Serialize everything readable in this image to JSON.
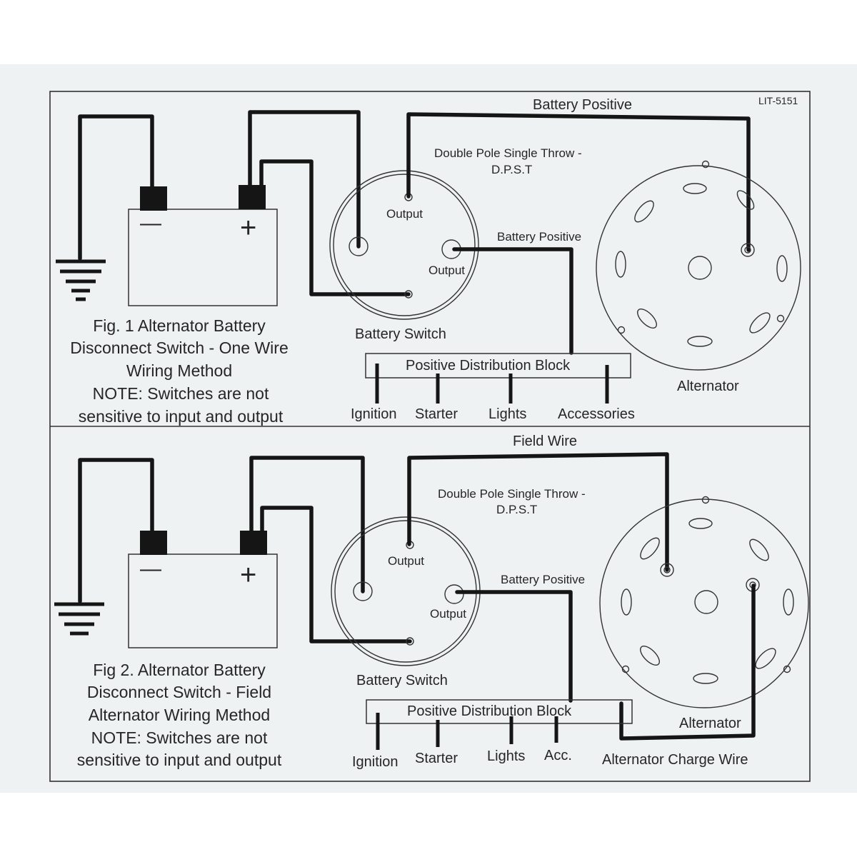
{
  "doc_code": "LIT-5151",
  "fig1": {
    "top_label": "Battery Positive",
    "dpst": [
      "Double Pole Single Throw -",
      "D.P.S.T"
    ],
    "output_top": "Output",
    "output_mid": "Output",
    "battery_positive": "Battery Positive",
    "battery_switch": "Battery Switch",
    "block": "Positive Distribution Block",
    "terminals": [
      "Ignition",
      "Starter",
      "Lights",
      "Accessories"
    ],
    "alternator": "Alternator",
    "caption": [
      "Fig. 1 Alternator Battery",
      "Disconnect Switch - One Wire",
      "Wiring Method",
      "NOTE:  Switches are not",
      "sensitive to input and output"
    ],
    "minus": "—",
    "plus": "+"
  },
  "fig2": {
    "top_label": "Field Wire",
    "dpst": [
      "Double Pole Single Throw -",
      "D.P.S.T"
    ],
    "output_top": "Output",
    "output_mid": "Output",
    "battery_positive": "Battery Positive",
    "battery_switch": "Battery Switch",
    "block": "Positive Distribution Block",
    "terminals": [
      "Ignition",
      "Starter",
      "Lights",
      "Acc."
    ],
    "alternator": "Alternator",
    "charge_wire": "Alternator Charge Wire",
    "caption": [
      "Fig 2. Alternator Battery",
      "Disconnect Switch - Field",
      "Alternator Wiring Method",
      "NOTE:  Switches are not",
      "sensitive to input and output"
    ],
    "minus": "—",
    "plus": "+"
  }
}
